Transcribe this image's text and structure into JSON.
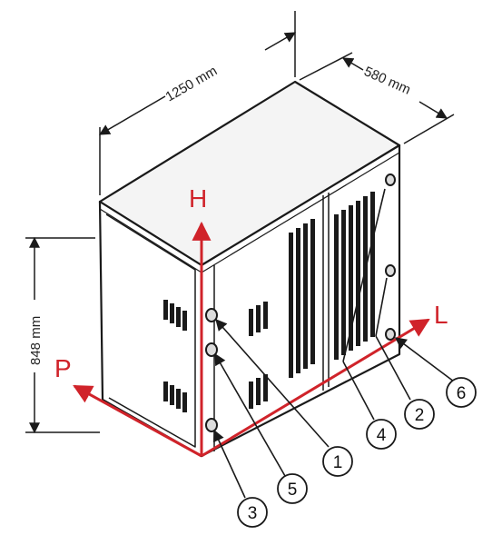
{
  "dimensions": {
    "width": "1250 mm",
    "depth": "580 mm",
    "height": "848 mm"
  },
  "axes": {
    "height": "H",
    "length": "L",
    "depth": "P"
  },
  "callouts": [
    "1",
    "2",
    "3",
    "4",
    "5",
    "6"
  ],
  "colors": {
    "axis": "#d0232a",
    "outline": "#1a1a1a",
    "top_face": "#f2f2f2",
    "side_face": "#ffffff"
  }
}
